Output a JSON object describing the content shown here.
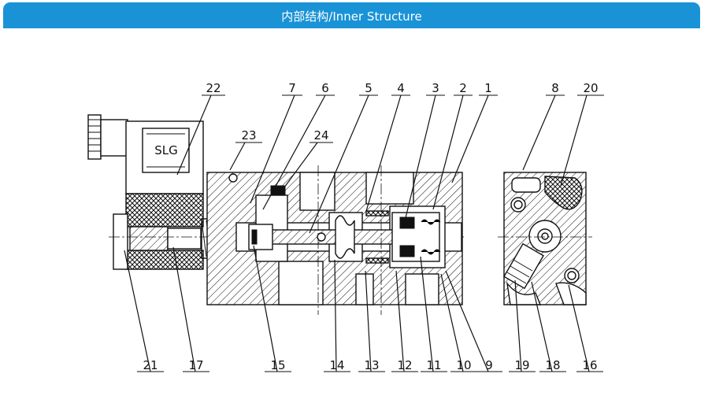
{
  "header": {
    "title": "内部结构/Inner Structure",
    "color": "#1993d6"
  },
  "diagram": {
    "solenoid_label": "SLG",
    "top_callouts": [
      "22",
      "7",
      "6",
      "5",
      "4",
      "3",
      "2",
      "1",
      "8",
      "20",
      "23",
      "24"
    ],
    "bottom_callouts": [
      "21",
      "17",
      "15",
      "14",
      "13",
      "12",
      "11",
      "10",
      "9",
      "19",
      "18",
      "16"
    ]
  }
}
